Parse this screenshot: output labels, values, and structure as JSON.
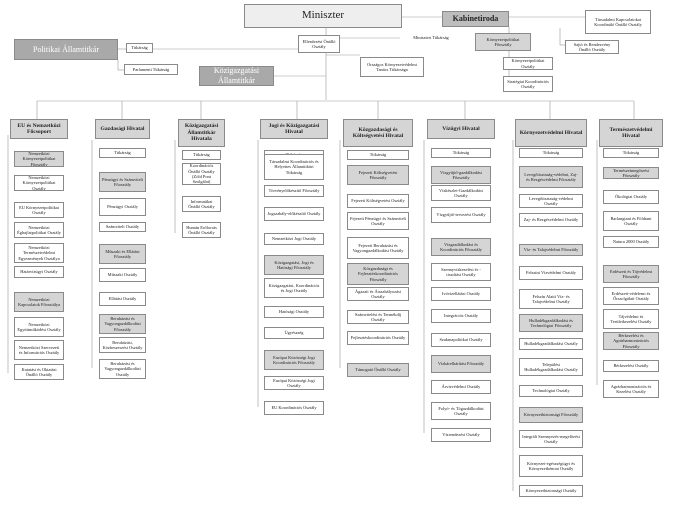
{
  "top": {
    "miniszter": "Miniszter",
    "kabinetiroda": "Kabinetiroda",
    "politikai_allamtitkar": "Politikai Államtitkár",
    "kozigazgatasi_allamtitkar": "Közigazgatási Államtitkár",
    "titkarsag": "Titkárság",
    "parlamenti_titkarsag": "Parlamenti Titkárság",
    "ellenorzesi_onallo_osztaly": "Ellenőrzési Önálló Osztály",
    "miniszteri_titkarsag": "Miniszteri Titkárság",
    "orszagos_titkarsaga": "Országos Környezetvédelmi Tanács Titkársága",
    "kornyezetpolitikai_foosztaly": "Környezetpolitikai Főosztály",
    "kornyezetpolitikai_osztaly": "Környezetpolitikai Osztály",
    "strategiai_koordinacios_osztaly": "Stratégiai Koordinációs Osztály",
    "tarsadalmi_kapcsolatok": "Társadalmi Kapcsolatokat Koordináló Önálló Osztály",
    "sajto_rendezveny": "Sajtó és Rendezvény Önálló Osztály"
  },
  "columns": [
    {
      "header": "EU és Nemzetközi Főcsoport",
      "items": [
        "Nemzetközi Környezetpolitikai Főosztály",
        "Nemzetközi Környezetpolitikai Osztály",
        "EU Környezetpolitikai Osztály",
        "Nemzetközi Éghajlatpolitikai Osztály",
        "Nemzetközi Természetvédelmi Egyezmények Osztálya",
        "Határvízügyi Osztály",
        "Nemzetközi Kapcsolatok Főosztálya",
        "Nemzetközi Együttműködési Osztály",
        "Nemzetközi Szervezeti és Információs Osztály",
        "Kutatási és Oktatási Önálló Osztály"
      ]
    },
    {
      "header": "Gazdasági Hivatal",
      "items": [
        "Titkárság",
        "Pénzügyi és Számviteli Főosztály",
        "Pénzügyi Osztály",
        "Számviteli Osztály",
        "Műszaki és Ellátási Főosztály",
        "Műszaki Osztály",
        "Ellátási Osztály",
        "Beruházási és Vagyongazdálkodási Főosztály",
        "Beruházási, Közbeszerzési Osztály",
        "Beruházási és Vagyongazdálkodási Osztály"
      ]
    },
    {
      "header": "Közigazgatási Államtitkár Hivatala",
      "items": [
        "Titkárság",
        "Koordinációs Önálló Osztály (Zöld Pont Szolgálat)",
        "Informatikai Önálló Osztály",
        "Humán Erőforrás Önálló Osztály"
      ]
    },
    {
      "header": "Jogi és Közigazgatási Hivatal",
      "items": [
        "Titkárság",
        "Társadalmi Koordinációs és Helyettes Államtitkári Titkárság",
        "Törvényelőkészítő Főosztály",
        "Jogszabály-előkészítő Osztály",
        "Nemzetközi Jogi Osztály",
        "Közigazgatási, Jogi és Hatósági Főosztály",
        "Közigazgatási, Koordinációs és Jogi Osztály",
        "Hatósági Osztály",
        "Ügyészség",
        "Európai Közösségi Jogi Koordinációs Főosztály",
        "Európai Közösségi Jogi Osztály",
        "EU Koordinációs Osztály"
      ]
    },
    {
      "header": "Közgazdasági és Költségvetési Hivatal",
      "items": [
        "Titkárság",
        "Fejezeti Költségvetési Főosztály",
        "Fejezeti Költségvetési Osztály",
        "Fejezeti Pénzügyi és Számviteli Osztály",
        "Fejezeti Beruházási és Vagyongazdálkodási Osztály",
        "Közgazdasági és Fejlesztéskoordinációs Főosztály",
        "Ágazati és Átszabályozási Osztály",
        "Számvitelési és Termékdíj Osztály",
        "Fejlesztéskoordinációs Osztály",
        "Támogató Önálló Osztály"
      ]
    },
    {
      "header": "Vízügyi Hivatal",
      "items": [
        "Titkárság",
        "Vízgyűjtő-gazdálkodási Főosztály",
        "Vízkészlet-Gazdálkodási Osztály",
        "Vízgyűjtő-tervezési Osztály",
        "Vízgazdálkodási és Koordinációs Főosztály",
        "Szennyvízkezelési és -tisztítási Osztály",
        "Ivóvízellátási Osztály",
        "Integrációs Osztály",
        "Szakmapolitikai Osztály",
        "Vízkárelhárítási Főosztály",
        "Árvízvédelmi Osztály",
        "Folyó- és Tógazdálkodási Osztály",
        "Vízrendezési Osztály"
      ]
    },
    {
      "header": "Környezetvédelmi Hivatal",
      "items": [
        "Titkárság",
        "Levegőtisztaság-védelmi, Zaj- és Rezgésvédelmi Főosztály",
        "Levegőtisztaság-védelmi Osztály",
        "Zaj- és Rezgésvédelmi Osztály",
        "Víz- és Talajvédelmi Főosztály",
        "Felszíni Vízvédelmi Osztály",
        "Felszín Alatti Víz- és Talajvédelmi Osztály",
        "Hulladékgazdálkodási és Technológiai Főosztály",
        "Hulladékgazdálkodási Osztály",
        "Települési Hulladékgazdálkodási Osztály",
        "Technológiai Osztály",
        "Környezetbiztonsági Főosztály",
        "Integrált Szennyezés-megelőzési Osztály",
        "Környezet-egészségügyi és Környezetkémiai Osztály",
        "Környezetbiztonsági Osztály"
      ]
    },
    {
      "header": "Természetvédelmi Hivatal",
      "items": [
        "Titkárság",
        "Természetmegőrzési Főosztály",
        "Ökológiai Osztály",
        "Barlangtani és Földtani Osztály",
        "Natura 2000 Osztály",
        "Erdészeti és Tájvédelmi Főosztály",
        "Erdészeti-védelemi és Őrszolgálati Osztály",
        "Tájvédelmi és Területkezelési Osztály",
        "Bérkezelési és Agrárharmonizációs Főosztály",
        "Bérkezelési Osztály",
        "Agrárharmonizációs és Kezelési Osztály"
      ]
    }
  ]
}
